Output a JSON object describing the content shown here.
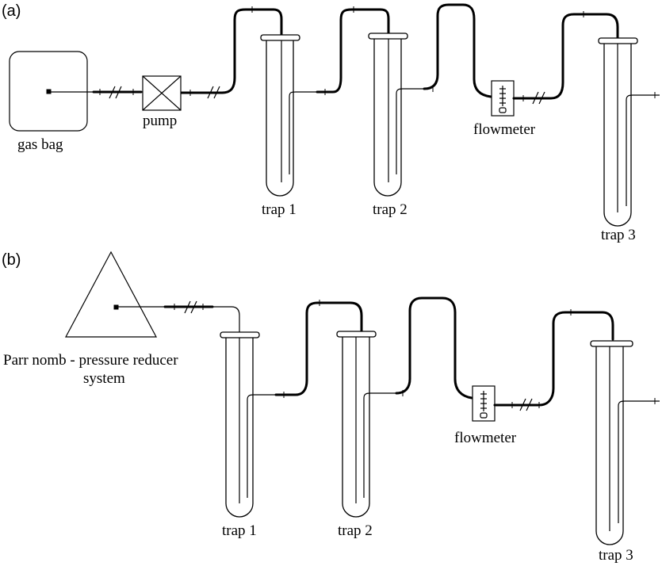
{
  "panel_a": {
    "label": "(a)",
    "source_label": "gas bag",
    "pump_label": "pump",
    "flowmeter_label": "flowmeter",
    "traps": [
      "trap 1",
      "trap 2",
      "trap 3"
    ]
  },
  "panel_b": {
    "label": "(b)",
    "source_label_line1": "Parr nomb - pressure reducer",
    "source_label_line2": "system",
    "flowmeter_label": "flowmeter",
    "traps": [
      "trap 1",
      "trap 2",
      "trap 3"
    ]
  }
}
